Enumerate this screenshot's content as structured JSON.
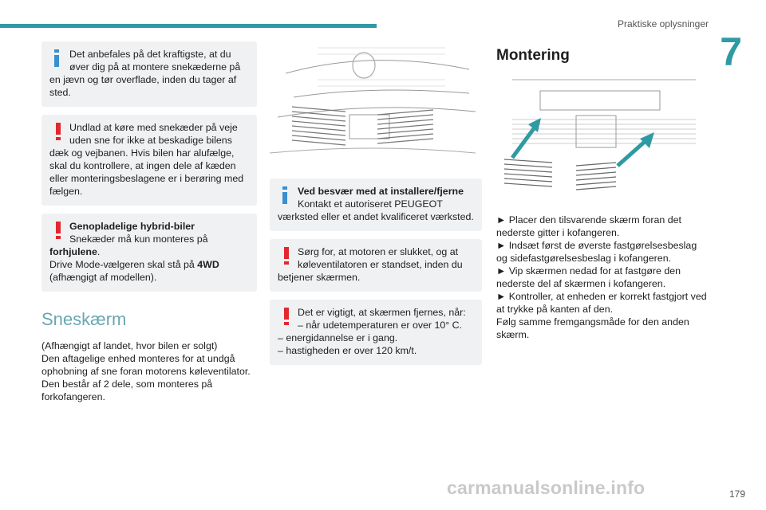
{
  "header": {
    "title": "Praktiske oplysninger",
    "chapter": "7"
  },
  "col1": {
    "note1": {
      "line1": "Det anbefales på det kraftigste, at du",
      "line2": "øver dig på at montere snekæderne på",
      "rest": "en jævn og tør overflade, inden du tager af sted."
    },
    "warn1": {
      "line1": "Undlad at køre med snekæder på veje",
      "line2": "uden sne for ikke at beskadige bilens",
      "rest": "dæk og vejbanen. Hvis bilen har alufælge, skal du kontrollere, at ingen dele af kæden eller monteringsbeslagene er i berøring med fælgen."
    },
    "warn2": {
      "title": "Genopladelige hybrid-biler",
      "line2": "Snekæder må kun monteres på",
      "bold_word": "forhjulene",
      "period": ".",
      "line3_pre": "Drive Mode-vælgeren skal stå på ",
      "line3_bold": "4WD",
      "line4": "(afhængigt af modellen)."
    },
    "section_title": "Sneskærm",
    "para": [
      "(Afhængigt af landet, hvor bilen er solgt)",
      "Den aftagelige enhed monteres for at undgå ophobning af sne foran motorens køleventilator.",
      "Den består af 2 dele, som monteres på forkofangeren."
    ]
  },
  "col2": {
    "note": {
      "title": "Ved besvær med at installere/fjerne",
      "line2": "Kontakt et autoriseret PEUGEOT",
      "rest": "værksted eller et andet kvalificeret værksted."
    },
    "warn1": {
      "line1": "Sørg for, at motoren er slukket, og at",
      "line2": "køleventilatoren er standset, inden du",
      "rest": "betjener skærmen."
    },
    "warn2": {
      "line1": "Det er vigtigt, at skærmen fjernes, når:",
      "line2": "–  når udetemperaturen er over 10° C.",
      "line3": "–  energidannelse er i gang.",
      "line4": "–  hastigheden er over 120 km/t."
    }
  },
  "col3": {
    "title": "Montering",
    "steps": [
      "►  Placer den tilsvarende skærm foran det nederste gitter i kofangeren.",
      "►  Indsæt først de øverste fastgørelsesbeslag og sidefastgørelsesbeslag i kofangeren.",
      "►  Vip skærmen nedad for at fastgøre den nederste del af skærmen i kofangeren.",
      "►  Kontroller, at enheden er korrekt fastgjort ved at trykke på kanten af den.",
      "Følg samme fremgangsmåde for den anden skærm."
    ]
  },
  "footer": {
    "page_number": "179",
    "watermark": "carmanualsonline.info"
  },
  "colors": {
    "accent": "#2f9aa3",
    "info": "#3a8fd0",
    "warning": "#e0282e",
    "box": "#f0f1f2"
  },
  "icons": {
    "info": "info-icon",
    "warning": "warning-icon"
  }
}
